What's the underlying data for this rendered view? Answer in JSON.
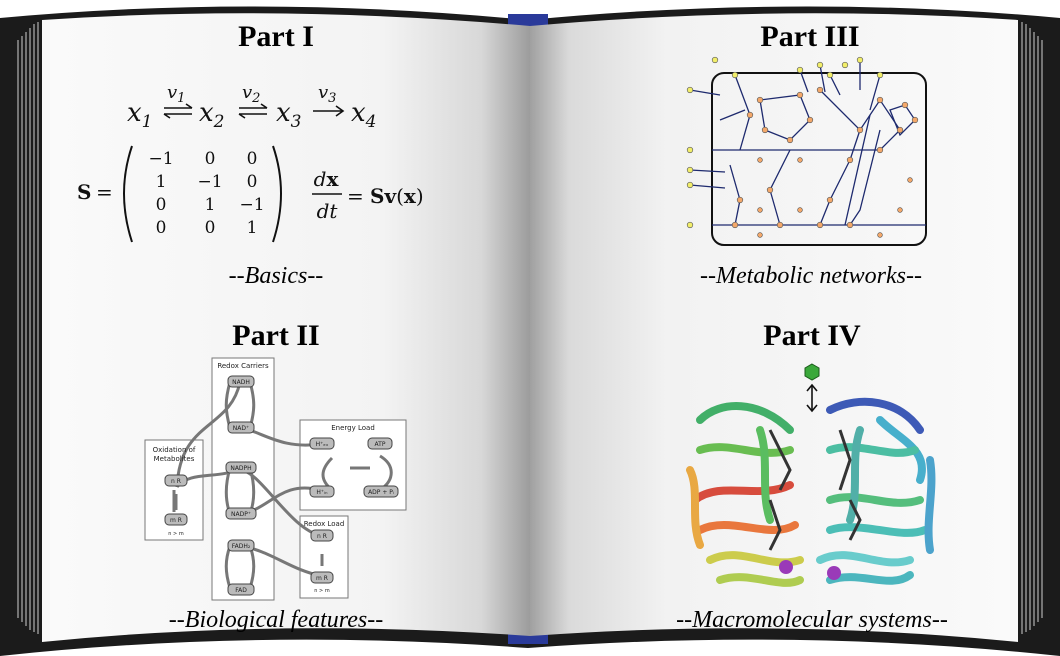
{
  "part1": {
    "title": "Part I",
    "caption": "--Basics--",
    "reaction": {
      "species": [
        "x",
        "x",
        "x",
        "x"
      ],
      "subscripts": [
        "1",
        "2",
        "3",
        "4"
      ],
      "rates": [
        "v",
        "v",
        "v"
      ],
      "rate_subscripts": [
        "1",
        "2",
        "3"
      ]
    },
    "stoich_symbol": "S",
    "equals": "=",
    "matrix": [
      [
        "−1",
        "0",
        "0"
      ],
      [
        "1",
        "−1",
        "0"
      ],
      [
        "0",
        "1",
        "−1"
      ],
      [
        "0",
        "0",
        "1"
      ]
    ],
    "ode": {
      "d": "d",
      "x": "x",
      "dt": "dt",
      "rhs_S": "S",
      "rhs_v": "v",
      "rhs_x": "x"
    }
  },
  "part2": {
    "title": "Part II",
    "caption": "--Biological features--",
    "oxidation": {
      "title_line1": "Oxidation of",
      "title_line2": "Metabolites",
      "top": "n R",
      "bottom": "m R",
      "note": "n > m"
    },
    "redox_carriers": {
      "title": "Redox Carriers",
      "nodes": [
        "NADH",
        "NAD⁺",
        "NADPH",
        "NADP⁺",
        "FADH₂",
        "FAD"
      ]
    },
    "energy_load": {
      "title": "Energy Load",
      "nodes": [
        "H⁺ₑₓ",
        "ATP",
        "H⁺ᵢₙ",
        "ADP + Pᵢ"
      ]
    },
    "redox_load": {
      "title": "Redox Load",
      "top": "n R",
      "bottom": "m R",
      "note": "n > m"
    }
  },
  "part3": {
    "title": "Part III",
    "caption": "--Metabolic networks--"
  },
  "part4": {
    "title": "Part IV",
    "caption": "--Macromolecular systems--"
  },
  "colors": {
    "cover": "#1b1b1b",
    "page": "#f7f7f7",
    "gutter_blue": "#2a3a9a",
    "node_orange": "#f4a86a",
    "node_yellow": "#f2ee6a",
    "network_line": "#1e2a6e",
    "ligand_green": "#3aa83a",
    "ion_purple": "#9a3ab8"
  }
}
